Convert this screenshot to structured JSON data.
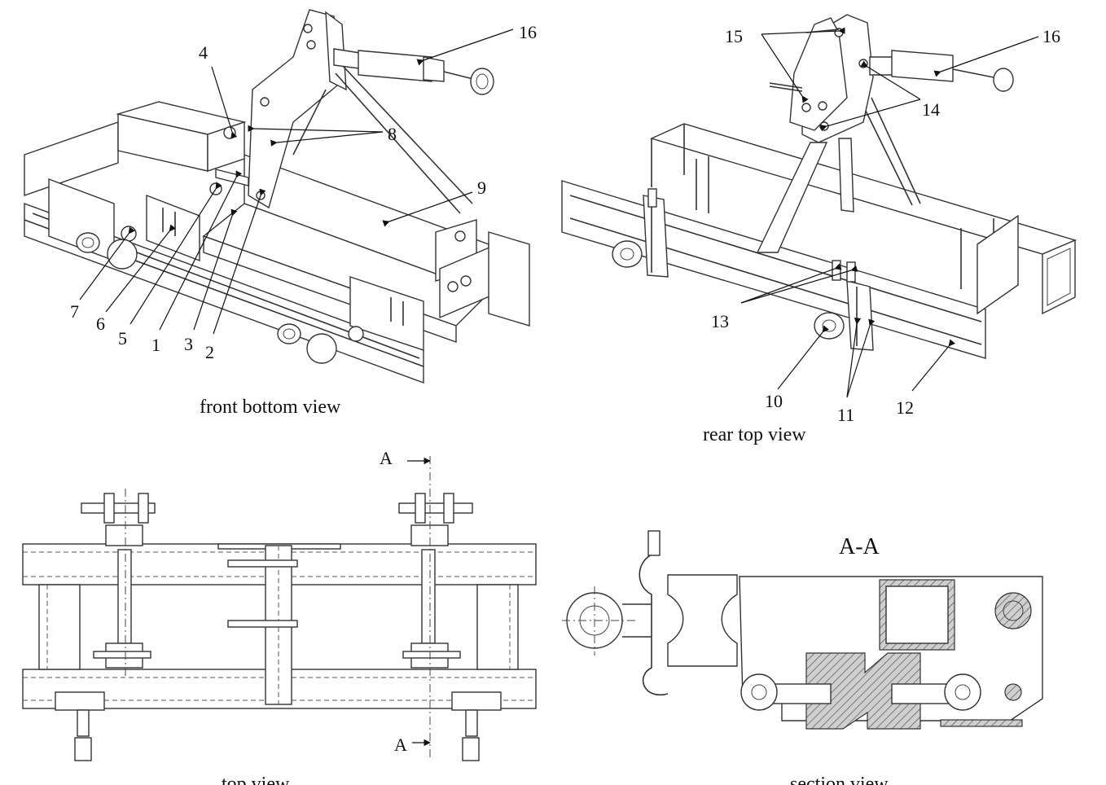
{
  "views": {
    "front_bottom": {
      "caption": "front bottom view",
      "callouts": [
        "1",
        "2",
        "3",
        "4",
        "5",
        "6",
        "7",
        "8",
        "9",
        "16"
      ]
    },
    "rear_top": {
      "caption": "rear top view",
      "callouts": [
        "10",
        "11",
        "12",
        "13",
        "14",
        "15",
        "16"
      ]
    },
    "top": {
      "caption": "top view",
      "section_marks": [
        "A",
        "A"
      ]
    },
    "section": {
      "caption": "section view",
      "title": "A-A"
    }
  }
}
